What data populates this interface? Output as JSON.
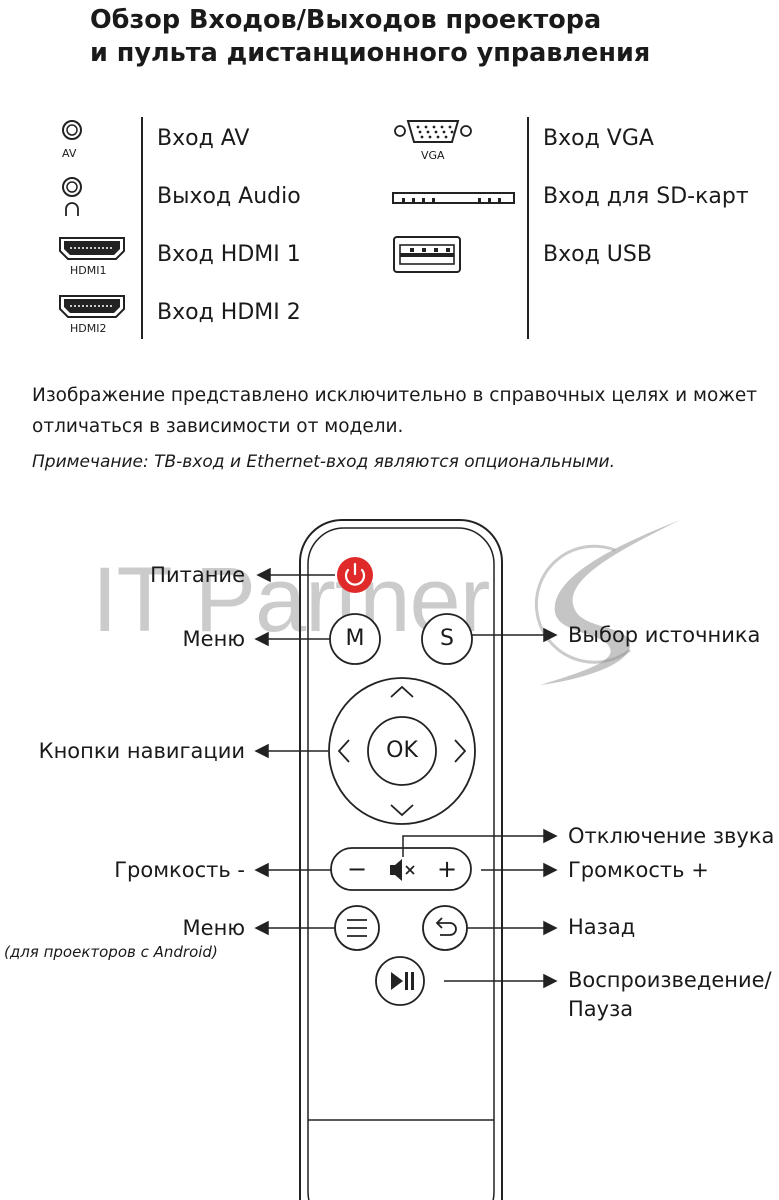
{
  "title": {
    "line1": "Обзор Входов/Выходов проектора",
    "line2": "и пульта дистанционного управления"
  },
  "connectors": {
    "left": [
      {
        "icon_caption": "AV",
        "label": "Вход AV",
        "icon": "av-jack-icon"
      },
      {
        "icon_caption": "",
        "label": "Выход Audio",
        "icon": "headphone-jack-icon"
      },
      {
        "icon_caption": "HDMI1",
        "label": "Вход HDMI 1",
        "icon": "hdmi-port-icon"
      },
      {
        "icon_caption": "HDMI2",
        "label": "Вход HDMI 2",
        "icon": "hdmi-port-icon"
      }
    ],
    "right": [
      {
        "icon_caption": "VGA",
        "label": "Вход VGA",
        "icon": "vga-port-icon"
      },
      {
        "icon_caption": "",
        "label": "Вход для SD-карт",
        "icon": "sd-slot-icon"
      },
      {
        "icon_caption": "",
        "label": "Вход USB",
        "icon": "usb-port-icon"
      }
    ]
  },
  "disclaimer": {
    "line1": "Изображение представлено исключительно в справочных целях и может",
    "line2": "отличаться в зависимости от модели."
  },
  "note": "Примечание: ТВ-вход и Ethernet-вход являются опциональными.",
  "watermark": "IT Partner",
  "remote": {
    "buttons": {
      "menu": "M",
      "source": "S",
      "ok": "OK",
      "vol_minus": "−",
      "vol_plus": "+"
    },
    "labels": {
      "power": "Питание",
      "menu": "Меню",
      "source": "Выбор источника",
      "navigation": "Кнопки навигации",
      "mute": "Отключение звука",
      "vol_minus": "Громкость -",
      "vol_plus": "Громкость +",
      "android_menu": "Меню",
      "android_menu_note": "(для проекторов с Android)",
      "back": "Назад",
      "play_pause_line1": "Воспроизведение/",
      "play_pause_line2": "Пауза"
    }
  },
  "colors": {
    "power_button": "#e02a2a",
    "text": "#1a1a1a",
    "watermark": "#8c8c8c"
  }
}
